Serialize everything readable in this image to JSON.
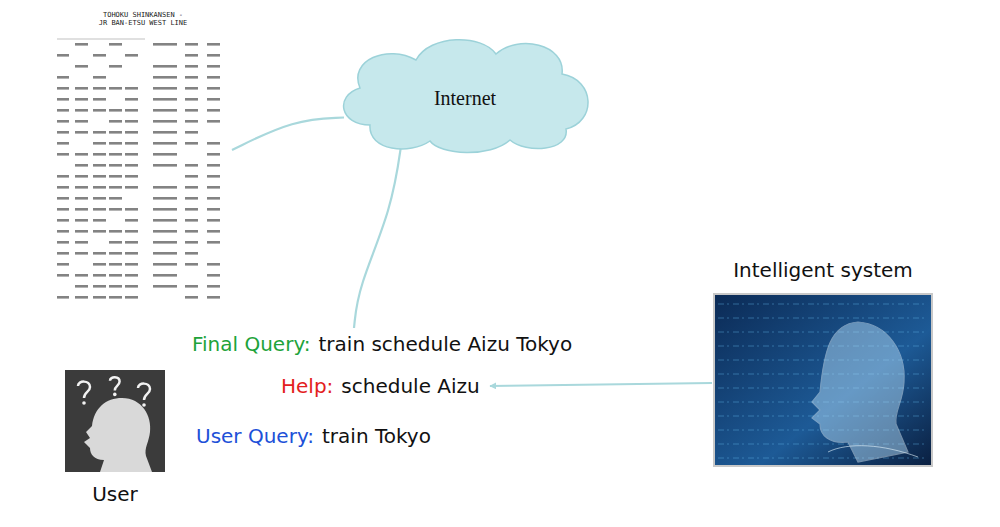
{
  "diagram": {
    "nodes": [
      {
        "text": [
          "TOHOKU SHINKANSEN -",
          "JR BAN-ETSU WEST LINE"
        ]
      },
      {
        "text": [
          "Internet"
        ]
      },
      {
        "text": [
          "Final Query:",
          "train schedule Aizu Tokyo"
        ]
      },
      {
        "text": [
          "Help:",
          "schedule Aizu"
        ]
      },
      {
        "text": [
          "User Query:",
          "train Tokyo"
        ]
      },
      {
        "text": [
          "Intelligent system"
        ]
      },
      {
        "text": [
          "User"
        ]
      }
    ],
    "edges": [
      {
        "from": 1,
        "to": 0,
        "arrow": "none"
      },
      {
        "from": 1,
        "to": 2,
        "arrow": "none"
      },
      {
        "from": 5,
        "to": 3,
        "arrow": "to"
      }
    ]
  }
}
